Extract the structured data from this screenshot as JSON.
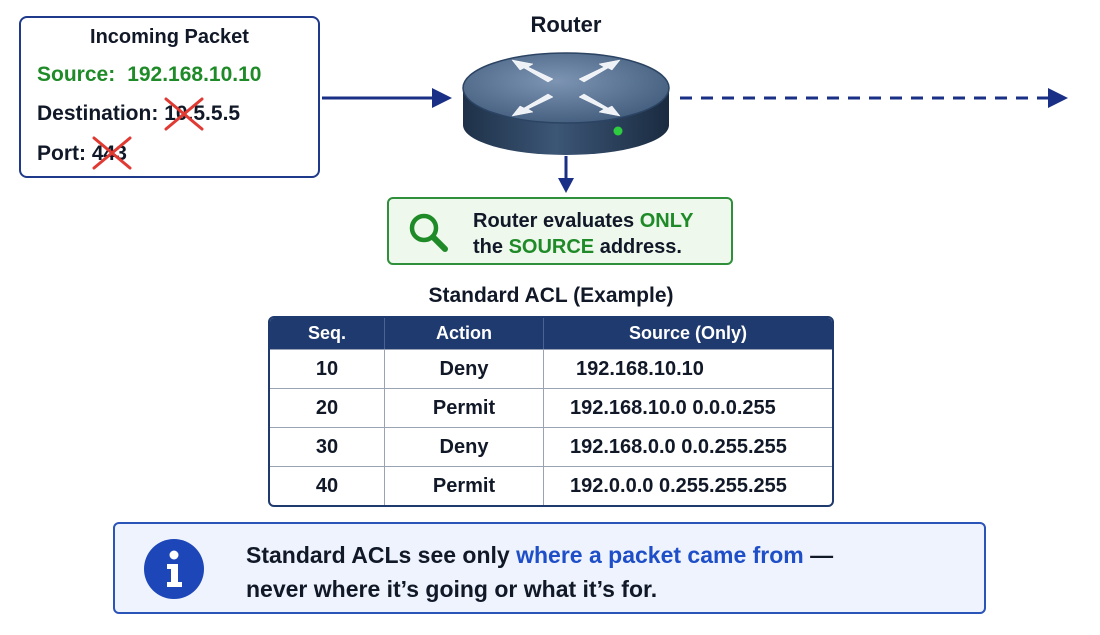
{
  "packet": {
    "title": "Incoming Packet",
    "source_label": "Source:",
    "source_value": "192.168.10.10",
    "destination_label": "Destination:",
    "destination_value": "10.5.5.5",
    "port_label": "Port:",
    "port_value": "443"
  },
  "router": {
    "label": "Router"
  },
  "evaluation": {
    "icon": "magnifier-icon",
    "line1_pre": "Router evaluates ",
    "line1_highlight": "ONLY",
    "line2_pre": "the ",
    "line2_highlight": "SOURCE",
    "line2_post": " address."
  },
  "acl": {
    "title": "Standard ACL (Example)",
    "headers": [
      "Seq.",
      "Action",
      "Source (Only)"
    ],
    "rows": [
      {
        "seq": "10",
        "action": "Deny",
        "source": "192.168.10.10"
      },
      {
        "seq": "20",
        "action": "Permit",
        "source": "192.168.10.0 0.0.0.255"
      },
      {
        "seq": "30",
        "action": "Deny",
        "source": "192.168.0.0 0.0.255.255"
      },
      {
        "seq": "40",
        "action": "Permit",
        "source": "192.0.0.0 0.255.255.255"
      }
    ]
  },
  "info": {
    "icon": "info-icon",
    "line1_pre": "Standard ACLs see only ",
    "line1_highlight": "where a packet came from",
    "line1_post": " —",
    "line2": "never where it’s going or what it’s for."
  },
  "colors": {
    "navy": "#1f3a6e",
    "green": "#1f8a28",
    "red": "#d0201b",
    "blue": "#1f4fc8",
    "arrow": "#1a2f86"
  }
}
